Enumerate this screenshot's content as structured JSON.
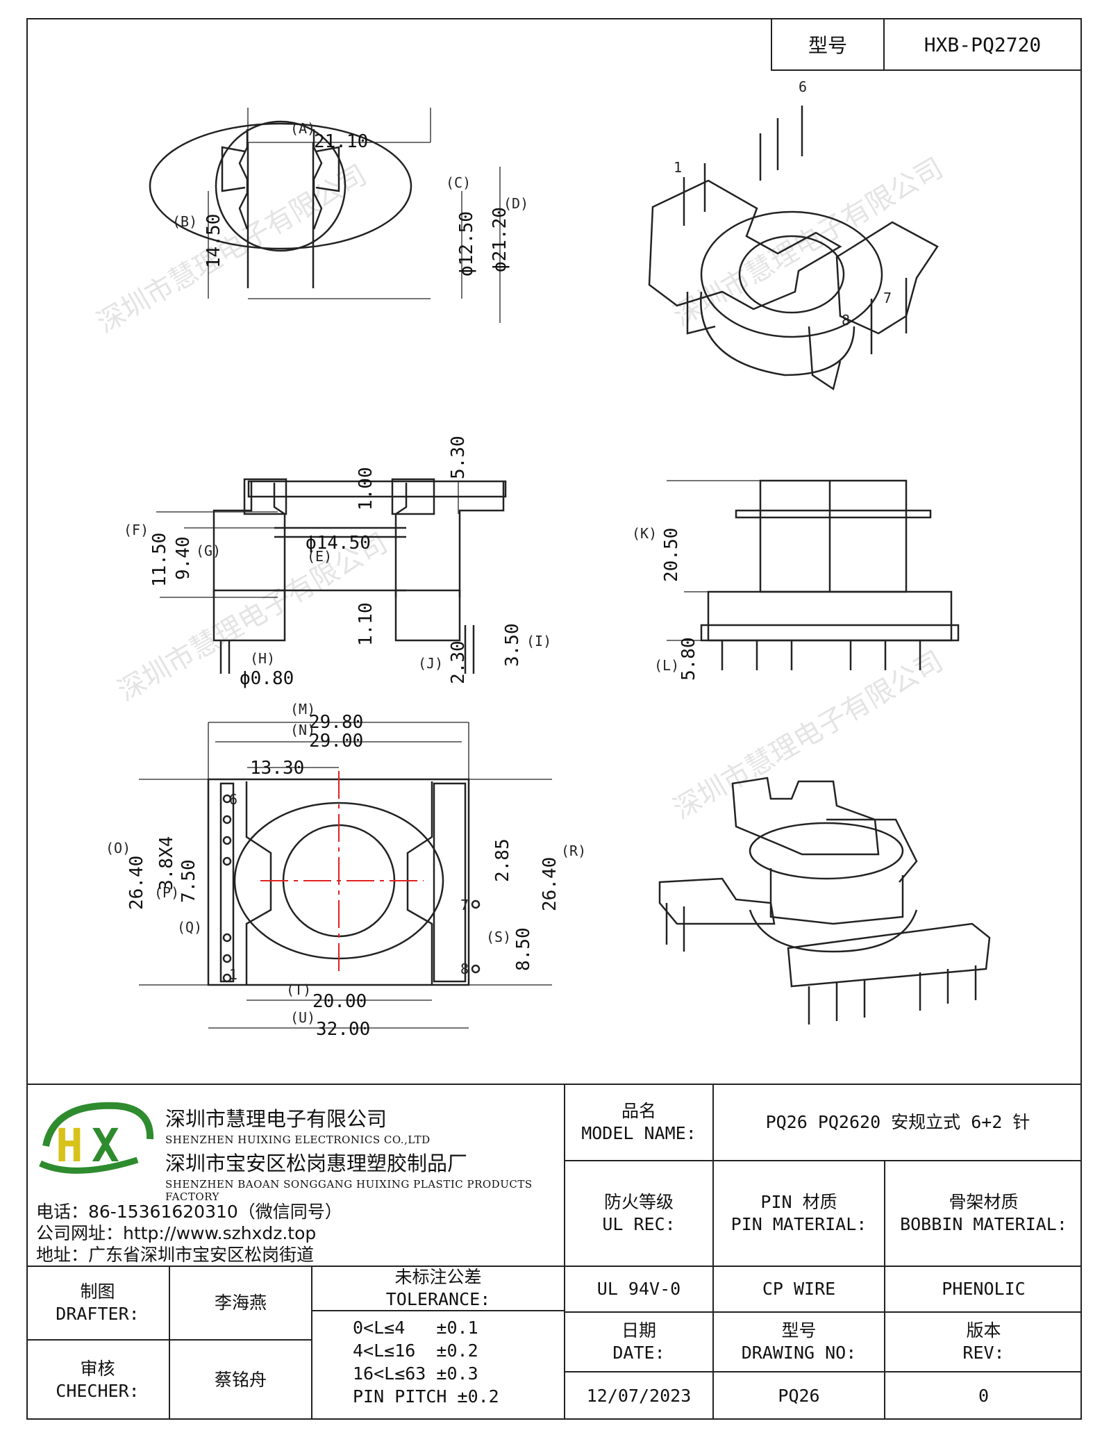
{
  "header": {
    "model_label": "型号",
    "model_value": "HXB-PQ2720"
  },
  "watermark": "深圳市慧理电子有限公司",
  "top_view": {
    "A": "(A)",
    "A_val": "21.10",
    "B": "(B)",
    "B_val": "14.50",
    "C": "(C)",
    "C_val": "ϕ12.50",
    "D": "(D)",
    "D_val": "ϕ21.20"
  },
  "iso_pins": {
    "p1": "1",
    "p6": "6",
    "p7": "7",
    "p8": "8"
  },
  "side_view": {
    "v530": "5.30",
    "v100": "1.00",
    "F": "(F)",
    "F_val": "11.50",
    "G": "(G)",
    "G_val": "9.40",
    "E_val": "ϕ14.50",
    "E": "(E)",
    "v110": "1.10",
    "H": "(H)",
    "H_val": "ϕ0.80",
    "J": "(J)",
    "J_val": "2.30",
    "I": "(I)",
    "I_val": "3.50"
  },
  "end_view": {
    "K": "(K)",
    "K_val": "20.50",
    "L": "(L)",
    "L_val": "5.80"
  },
  "bottom_view": {
    "M": "(M)",
    "M_val": "29.80",
    "N": "(N)",
    "N_val": "29.00",
    "v1330": "13.30",
    "O": "(O)",
    "O_val": "26.40",
    "P": "(P)",
    "P_val1": "3.8X4",
    "P_val2": "7.50",
    "Q": "(Q)",
    "v285": "2.85",
    "R": "(R)",
    "R_val": "26.40",
    "S": "(S)",
    "S_val": "8.50",
    "T": "(T)",
    "T_val": "20.00",
    "U": "(U)",
    "U_val": "32.00",
    "pin1": "1",
    "pin6": "6",
    "pin7": "7",
    "pin8": "8"
  },
  "company": {
    "name1": "深圳市慧理电子有限公司",
    "name1_en": "SHENZHEN HUIXING ELECTRONICS CO.,LTD",
    "name2": "深圳市宝安区松岗惠理塑胶制品厂",
    "name2_en": "SHENZHEN BAOAN SONGGANG HUIXING PLASTIC PRODUCTS FACTORY",
    "phone": "电话：86-15361620310（微信同号）",
    "web": "公司网址：http://www.szhxdz.top",
    "addr": "地址：广东省深圳市宝安区松岗街道",
    "logo_letters": "HX"
  },
  "title_block": {
    "model_name_cn": "品名",
    "model_name_en": "MODEL NAME:",
    "model_name_value": "PQ26 PQ2620 安规立式 6+2 针",
    "ul_cn": "防火等级",
    "ul_en": "UL REC:",
    "pin_cn": "PIN 材质",
    "pin_en": "PIN MATERIAL:",
    "bobbin_cn": "骨架材质",
    "bobbin_en": "BOBBIN MATERIAL:",
    "drafter_cn": "制图",
    "drafter_en": "DRAFTER:",
    "drafter_name": "李海燕",
    "tol_cn": "未标注公差",
    "tol_en": "TOLERANCE:",
    "ul_value": "UL 94V-0",
    "pin_value": "CP WIRE",
    "bobbin_value": "PHENOLIC",
    "checker_cn": "审核",
    "checker_en": "CHECHER:",
    "checker_name": "蔡铭舟",
    "tol1": "0<L≤4   ±0.1",
    "tol2": "4<L≤16  ±0.2",
    "tol3": "16<L≤63 ±0.3",
    "tol4": "PIN PITCH ±0.2",
    "date_cn": "日期",
    "date_en": "DATE:",
    "drawing_cn": "型号",
    "drawing_en": "DRAWING NO:",
    "rev_cn": "版本",
    "rev_en": "REV:",
    "date_value": "12/07/2023",
    "drawing_value": "PQ26",
    "rev_value": "0"
  },
  "colors": {
    "line": "#222222",
    "centerline": "#e02020",
    "logo_green": "#2e8b2e",
    "logo_yellow": "#d8c21a"
  }
}
